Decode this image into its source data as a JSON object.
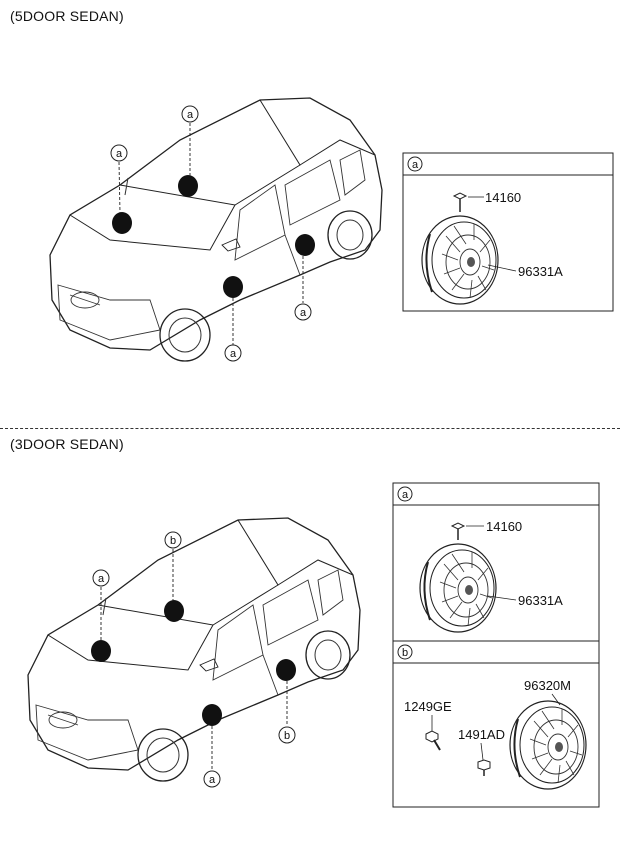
{
  "sections": [
    {
      "title": "(5DOOR SEDAN)",
      "car_callouts": [
        "a",
        "a",
        "a",
        "a"
      ],
      "detail_boxes": [
        {
          "id": "a",
          "parts": [
            "14160",
            "96331A"
          ]
        }
      ]
    },
    {
      "title": "(3DOOR SEDAN)",
      "car_callouts": [
        "b",
        "a",
        "a",
        "b"
      ],
      "detail_boxes": [
        {
          "id": "a",
          "parts": [
            "14160",
            "96331A"
          ]
        },
        {
          "id": "b",
          "parts": [
            "96320M",
            "1249GE",
            "1491AD"
          ]
        }
      ]
    }
  ]
}
